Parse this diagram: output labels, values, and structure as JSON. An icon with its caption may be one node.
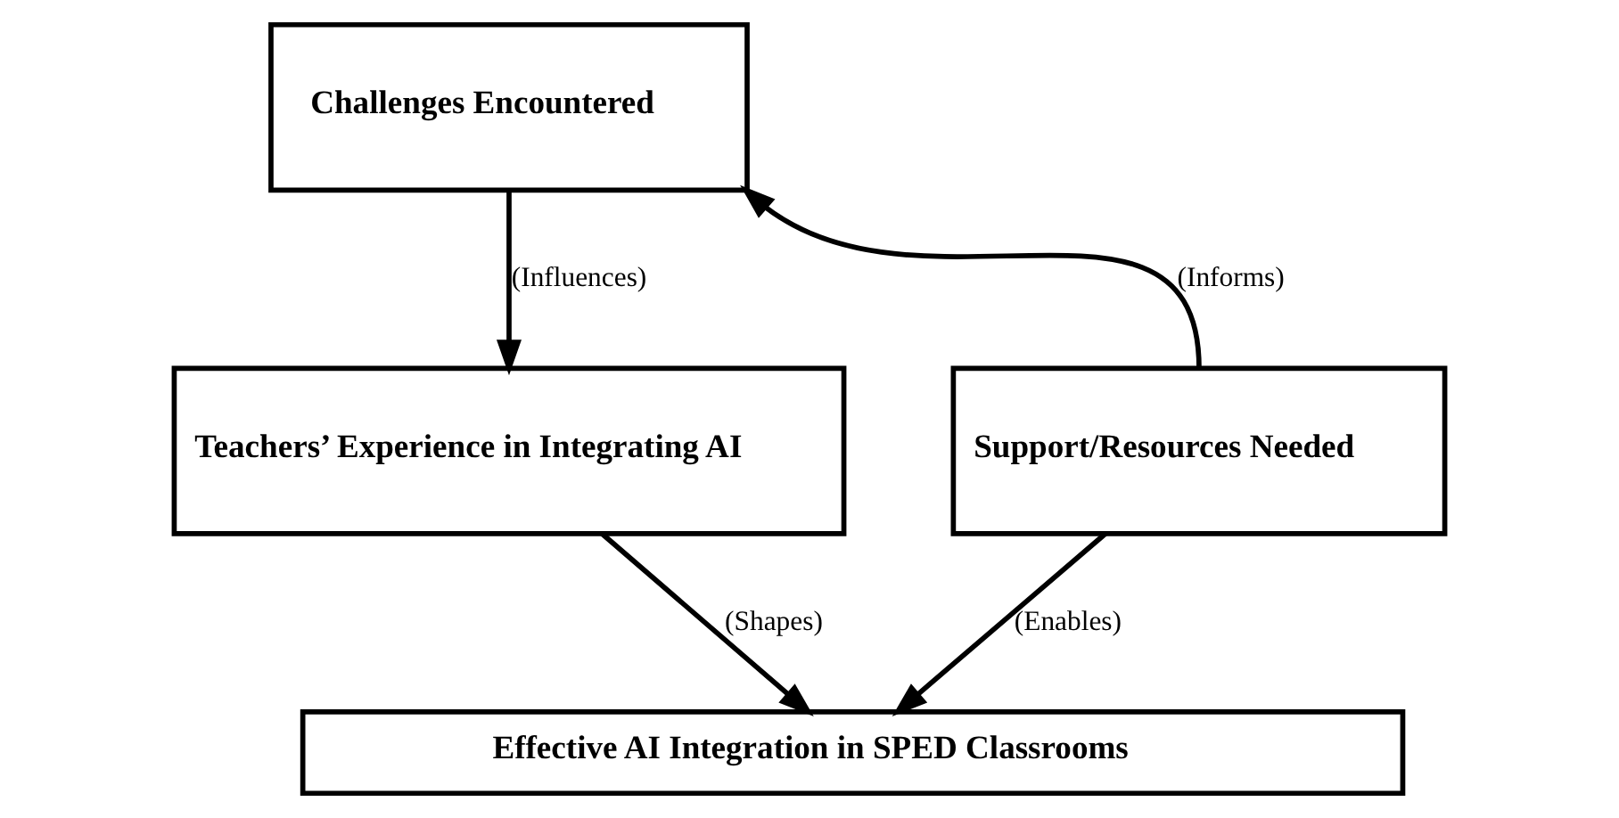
{
  "diagram": {
    "nodes": [
      {
        "text": [
          "Challenges Encountered"
        ]
      },
      {
        "text": [
          "Teachers’ Experience in Integrating AI"
        ]
      },
      {
        "text": [
          "Support/Resources Needed"
        ]
      },
      {
        "text": [
          "Effective AI Integration in SPED Classrooms"
        ]
      }
    ],
    "edges": [
      {
        "from": 0,
        "to": 1,
        "arrow": "to",
        "label": "(Influences)"
      },
      {
        "from": 2,
        "to": 0,
        "arrow": "to",
        "label": "(Informs)"
      },
      {
        "from": 1,
        "to": 3,
        "arrow": "to",
        "label": "(Shapes)"
      },
      {
        "from": 2,
        "to": 3,
        "arrow": "to",
        "label": "(Enables)"
      }
    ]
  }
}
